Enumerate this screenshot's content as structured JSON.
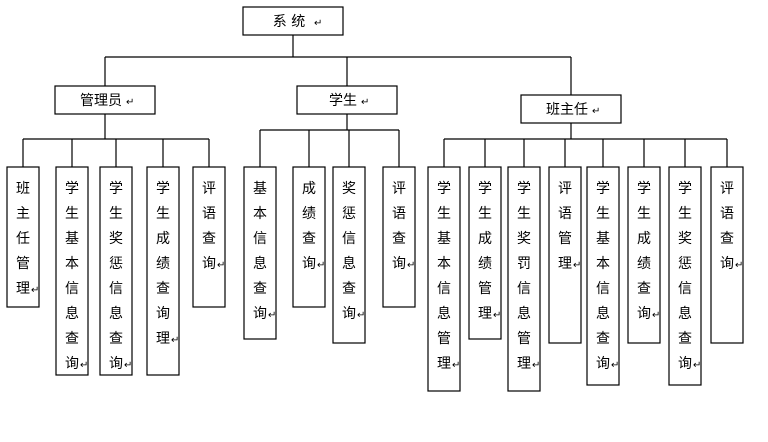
{
  "root": {
    "label": "系 统",
    "children": [
      {
        "label": "管理员",
        "children": [
          "班主任管理",
          "学生基本信息查询",
          "学生奖惩信息查询",
          "学生成绩查询理",
          "评语查询"
        ]
      },
      {
        "label": "学生",
        "children": [
          "基本信息查询",
          "成绩查询",
          "奖惩信息查询",
          "评语查询"
        ]
      },
      {
        "label": "班主任",
        "children": [
          "学生基本信息管理",
          "学生成绩管理",
          "学生奖罚信息管理",
          "评语管理",
          "学生基本信息查询",
          "学生成绩查询",
          "学生奖惩信息查询",
          "评语查询"
        ]
      }
    ]
  },
  "return_mark": "↵"
}
